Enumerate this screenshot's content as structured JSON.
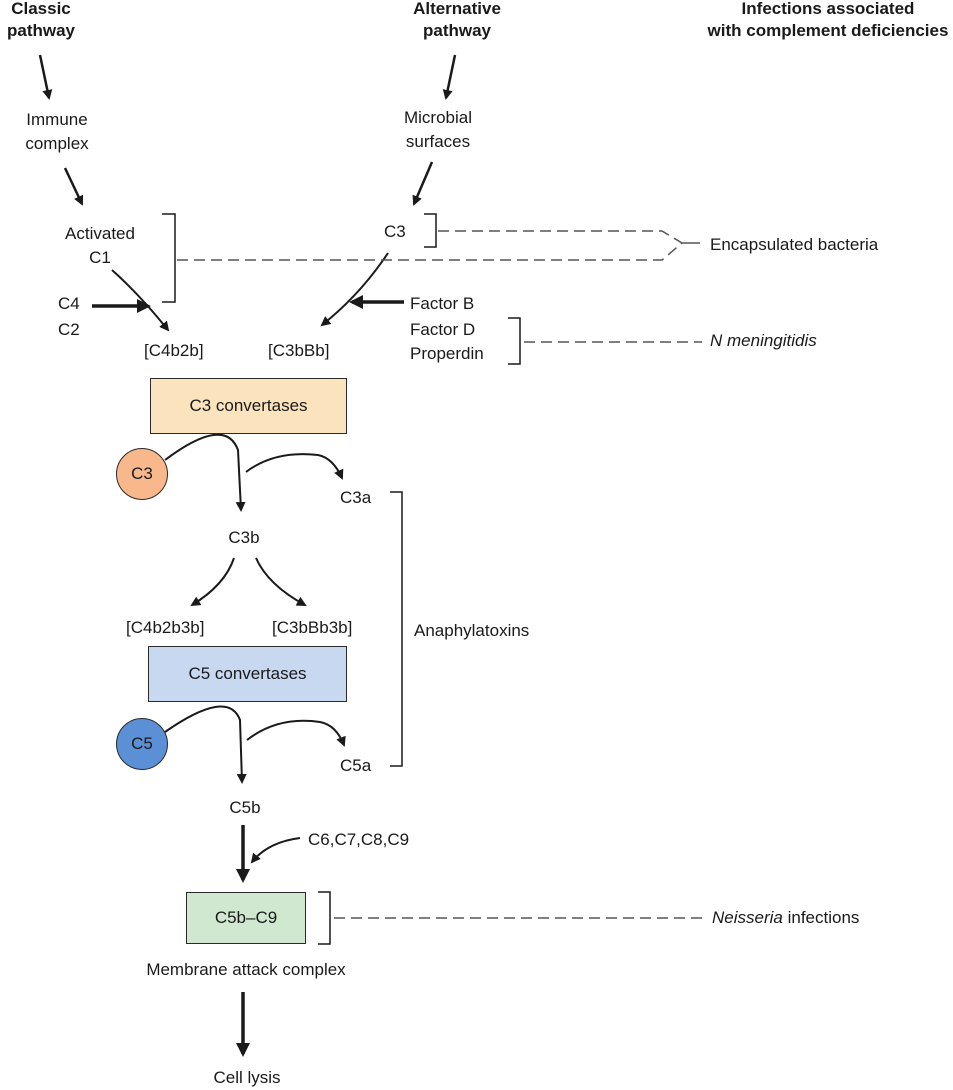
{
  "headers": {
    "classic": [
      "Classic",
      "pathway"
    ],
    "alternative": [
      "Alternative",
      "pathway"
    ],
    "infections": [
      "Infections associated",
      "with complement deficiencies"
    ]
  },
  "nodes": {
    "immune_complex": [
      "Immune",
      "complex"
    ],
    "microbial_surfaces": [
      "Microbial",
      "surfaces"
    ],
    "activated_c1": [
      "Activated",
      "C1"
    ],
    "c3_alt": "C3",
    "c4": "C4",
    "c2": "C2",
    "c4b2b": "[C4b2b]",
    "c3bbb": "[C3bBb]",
    "factor_b": "Factor B",
    "factor_d": "Factor D",
    "properdin": "Properdin",
    "c3_convertases": "C3 convertases",
    "c3_circle": "C3",
    "c3a": "C3a",
    "c3b": "C3b",
    "c4b2b3b": "[C4b2b3b]",
    "c3bbb3b": "[C3bBb3b]",
    "anaphylatoxins": "Anaphylatoxins",
    "c5_convertases": "C5 convertases",
    "c5_circle": "C5",
    "c5a": "C5a",
    "c5b": "C5b",
    "c6_c9": "C6,C7,C8,C9",
    "c5b_c9": "C5b–C9",
    "mac": "Membrane attack complex",
    "cell_lysis": "Cell lysis"
  },
  "infections": {
    "encapsulated": "Encapsulated bacteria",
    "n_meningitidis": "N meningitidis",
    "neisseria_italic": "Neisseria",
    "neisseria_rest": " infections"
  },
  "colors": {
    "c3_convertase_fill": "#fbe4bd",
    "c5_convertase_fill": "#c7d8f0",
    "c5b_c9_fill": "#cfe8cf",
    "c3_circle_fill": "#f8b88b",
    "c5_circle_fill": "#5b8fd6",
    "line": "#1a1a1a",
    "dashed": "#555555"
  }
}
